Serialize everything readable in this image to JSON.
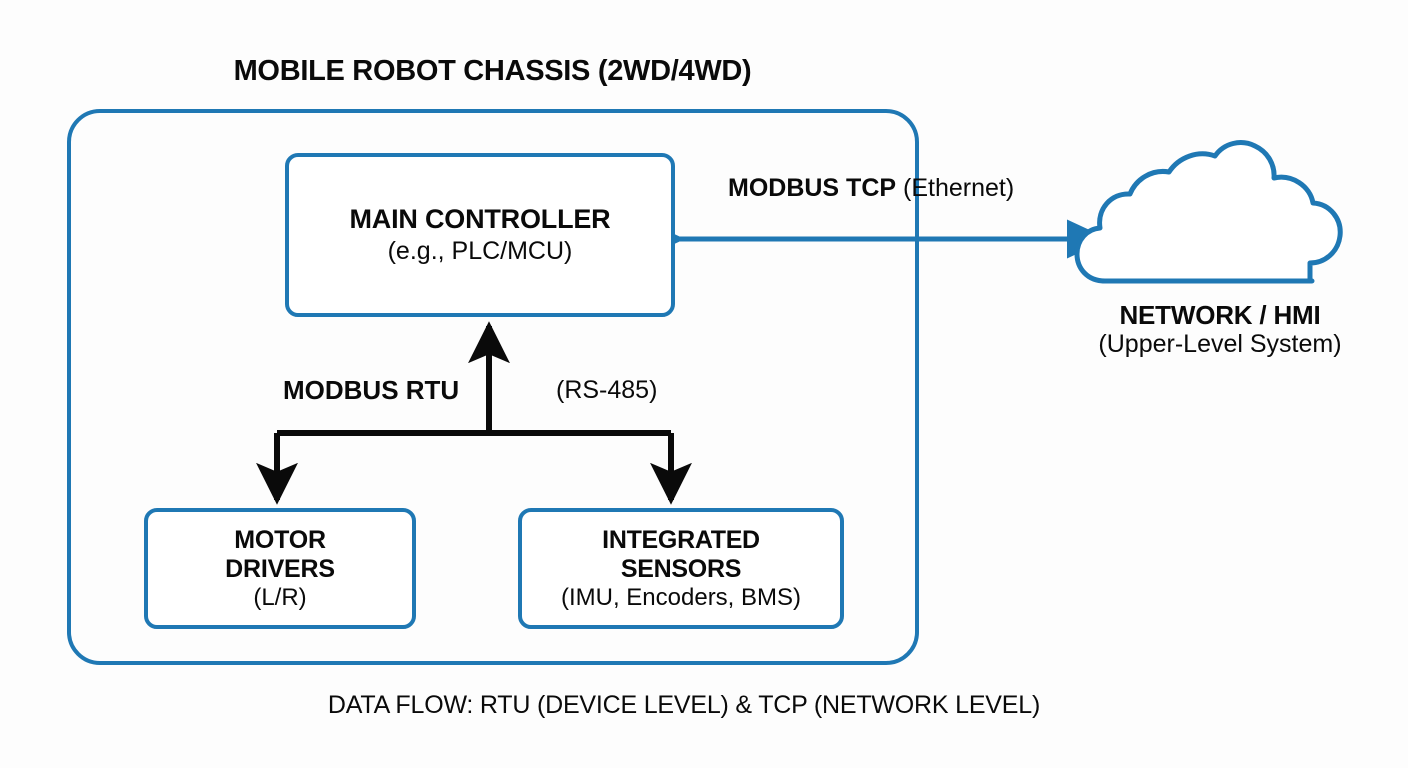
{
  "diagram": {
    "title": "MOBILE ROBOT CHASSIS (2WD/4WD)",
    "footer": "DATA FLOW: RTU (DEVICE LEVEL) & TCP (NETWORK LEVEL)",
    "background_color": "#fdfdfd",
    "accent_color": "#1f78b4",
    "line_color": "#000000"
  },
  "chassis": {
    "label": "MOBILE ROBOT CHASSIS (2WD/4WD)",
    "border_color": "#1f78b4"
  },
  "nodes": {
    "main_controller": {
      "title": "MAIN CONTROLLER",
      "subtitle": "(e.g., PLC/MCU)",
      "border_color": "#1f78b4"
    },
    "motor_drivers": {
      "title_line1": "MOTOR",
      "title_line2": "DRIVERS",
      "subtitle": "(L/R)",
      "border_color": "#1f78b4"
    },
    "integrated_sensors": {
      "title_line1": "INTEGRATED",
      "title_line2": "SENSORS",
      "subtitle": "(IMU, Encoders, BMS)",
      "border_color": "#1f78b4"
    },
    "network_cloud": {
      "title": "NETWORK / HMI",
      "subtitle": "(Upper-Level System)",
      "shape": "cloud",
      "border_color": "#1f78b4"
    }
  },
  "links": {
    "modbus_tcp": {
      "protocol": "MODBUS TCP",
      "medium": "(Ethernet)",
      "direction": "bidirectional",
      "color": "#1f78b4",
      "from": "main_controller",
      "to": "network_cloud"
    },
    "modbus_rtu": {
      "protocol": "MODBUS RTU",
      "medium": "(RS-485)",
      "direction": "bus",
      "color": "#000000",
      "from": "main_controller",
      "to": [
        "motor_drivers",
        "integrated_sensors"
      ]
    }
  }
}
